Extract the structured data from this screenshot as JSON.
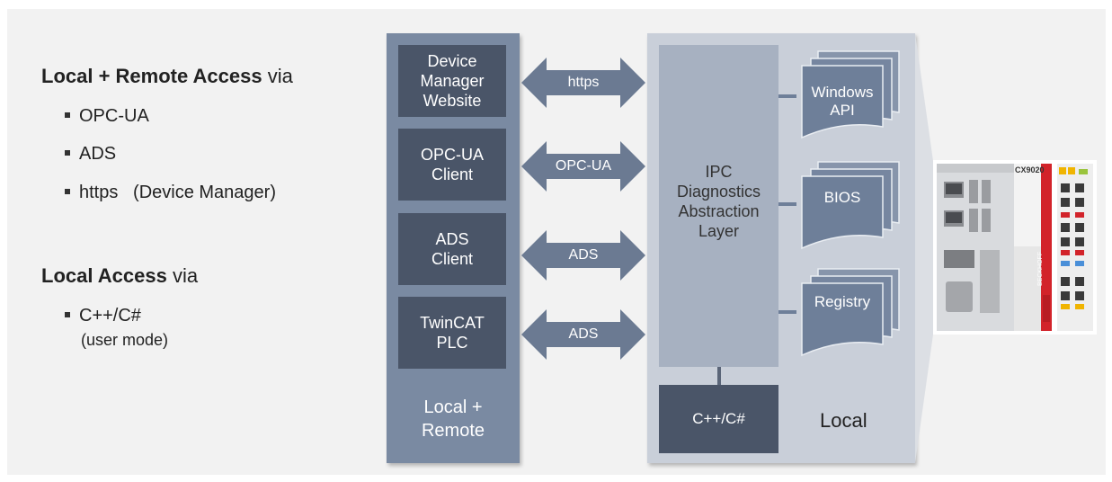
{
  "left_list": {
    "remote_heading_bold": "Local + Remote Access",
    "remote_heading_rest": " via",
    "remote_items": [
      "OPC-UA",
      "ADS",
      "https   (Device Manager)"
    ],
    "local_heading_bold": "Local Access",
    "local_heading_rest": " via",
    "local_item": "C++/C#",
    "local_item_sub": "(user mode)"
  },
  "local_remote_panel": {
    "boxes": [
      {
        "line1": "Device",
        "line2": "Manager",
        "line3": "Website"
      },
      {
        "line1": "OPC-UA",
        "line2": "Client"
      },
      {
        "line1": "ADS",
        "line2": "Client"
      },
      {
        "line1": "TwinCAT",
        "line2": "PLC"
      }
    ],
    "label_line1": "Local +",
    "label_line2": "Remote"
  },
  "arrows": [
    "https",
    "OPC-UA",
    "ADS",
    "ADS"
  ],
  "local_panel": {
    "ipc_line1": "IPC",
    "ipc_line2": "Diagnostics",
    "ipc_line3": "Abstraction",
    "ipc_line4": "Layer",
    "docs": [
      {
        "line1": "Windows",
        "line2": "API"
      },
      {
        "line1": "BIOS"
      },
      {
        "line1": "Registry"
      }
    ],
    "cpp_label": "C++/C#",
    "label": "Local"
  },
  "device": {
    "model": "CX9020",
    "brand": "BECKHOFF"
  },
  "colors": {
    "dark_box": "#4a5568",
    "lr_panel": "#7a8aa2",
    "local_panel": "#c9cfd9",
    "arrow": "#6b7a92",
    "doc": "#6e7f99"
  }
}
